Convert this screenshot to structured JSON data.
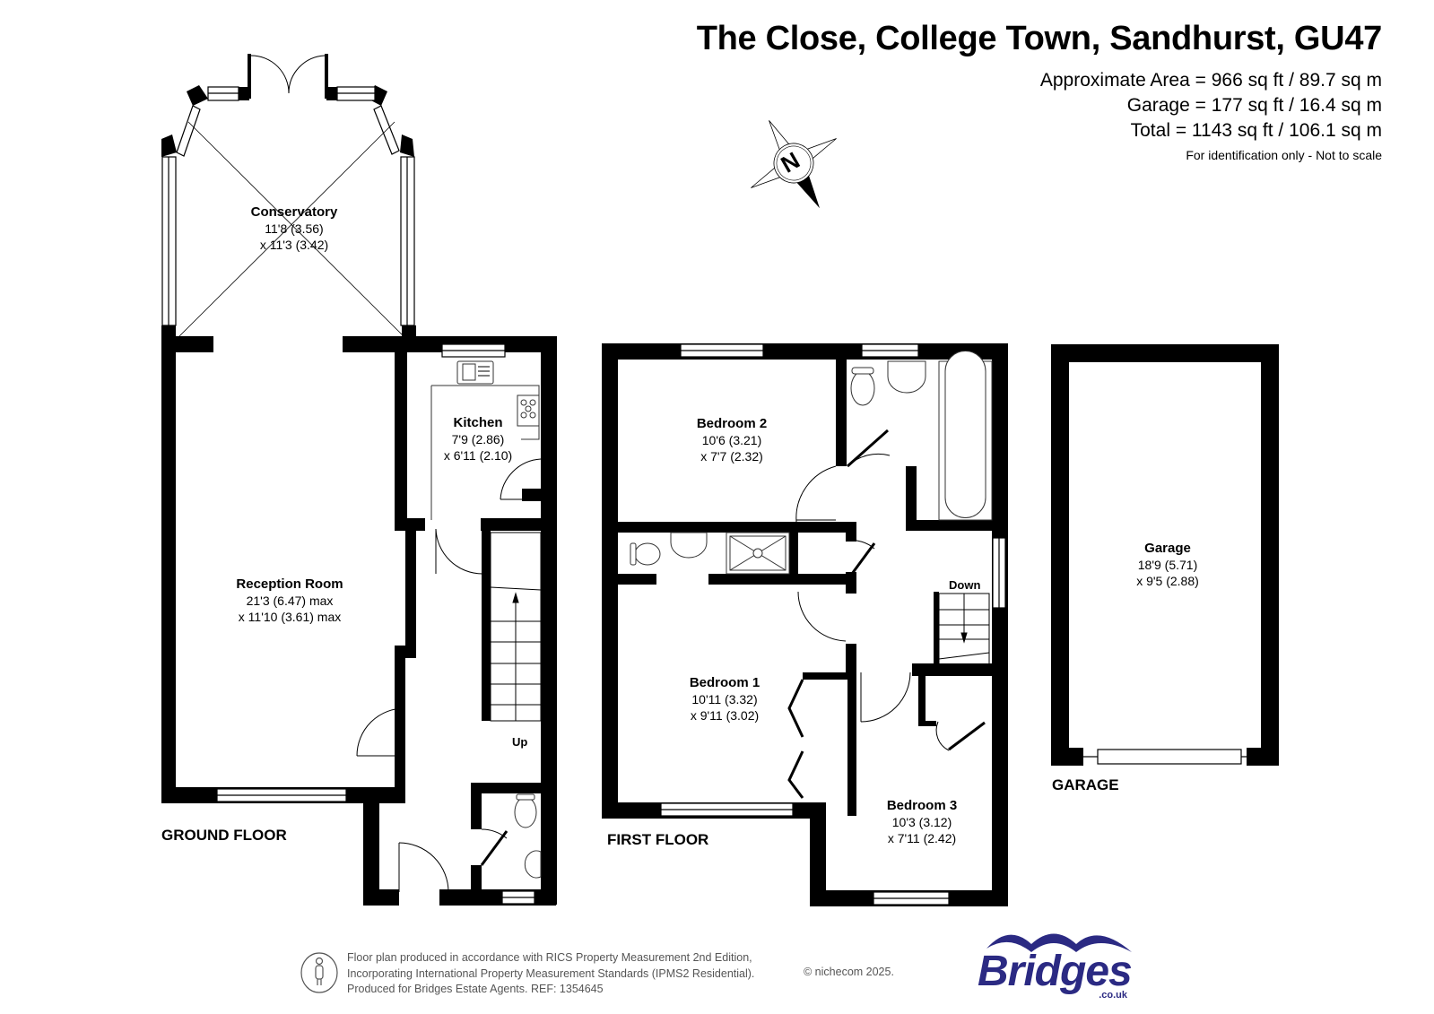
{
  "header": {
    "title": "The Close, College Town, Sandhurst, GU47",
    "areas": [
      "Approximate Area = 966 sq ft / 89.7 sq m",
      "Garage = 177 sq ft / 16.4 sq m",
      "Total = 1143 sq ft / 106.1 sq m"
    ],
    "disclaimer": "For identification only - Not to scale"
  },
  "compass": {
    "label": "N",
    "icon": "compass-rose-icon"
  },
  "floors": {
    "ground": {
      "label": "GROUND FLOOR",
      "stairs": "Up",
      "rooms": [
        {
          "name": "Conservatory",
          "dim1": "11'8 (3.56)",
          "dim2": "x 11'3 (3.42)"
        },
        {
          "name": "Kitchen",
          "dim1": "7'9 (2.86)",
          "dim2": "x 6'11 (2.10)"
        },
        {
          "name": "Reception Room",
          "dim1": "21'3 (6.47) max",
          "dim2": "x 11'10 (3.61) max"
        }
      ]
    },
    "first": {
      "label": "FIRST FLOOR",
      "stairs": "Down",
      "rooms": [
        {
          "name": "Bedroom 2",
          "dim1": "10'6 (3.21)",
          "dim2": "x 7'7 (2.32)"
        },
        {
          "name": "Bedroom 1",
          "dim1": "10'11 (3.32)",
          "dim2": "x 9'11 (3.02)"
        },
        {
          "name": "Bedroom 3",
          "dim1": "10'3 (3.12)",
          "dim2": "x 7'11 (2.42)"
        }
      ]
    },
    "garage": {
      "label": "GARAGE",
      "rooms": [
        {
          "name": "Garage",
          "dim1": "18'9 (5.71)",
          "dim2": "x 9'5 (2.88)"
        }
      ]
    }
  },
  "footer": {
    "lines": [
      "Floor plan produced in accordance with RICS Property Measurement 2nd Edition,",
      "Incorporating International Property Measurement Standards (IPMS2 Residential).",
      "Produced for Bridges Estate Agents.   REF: 1354645"
    ],
    "copyright": "© nichecom 2025.",
    "rics_icon": "person-in-oval-icon"
  },
  "logo": {
    "word": "Bridges",
    "domain": ".co.uk",
    "color": "#2b2a83"
  },
  "colors": {
    "wall": "#000000",
    "background": "#ffffff",
    "fixture_line": "#333333",
    "brand": "#2b2a83"
  }
}
